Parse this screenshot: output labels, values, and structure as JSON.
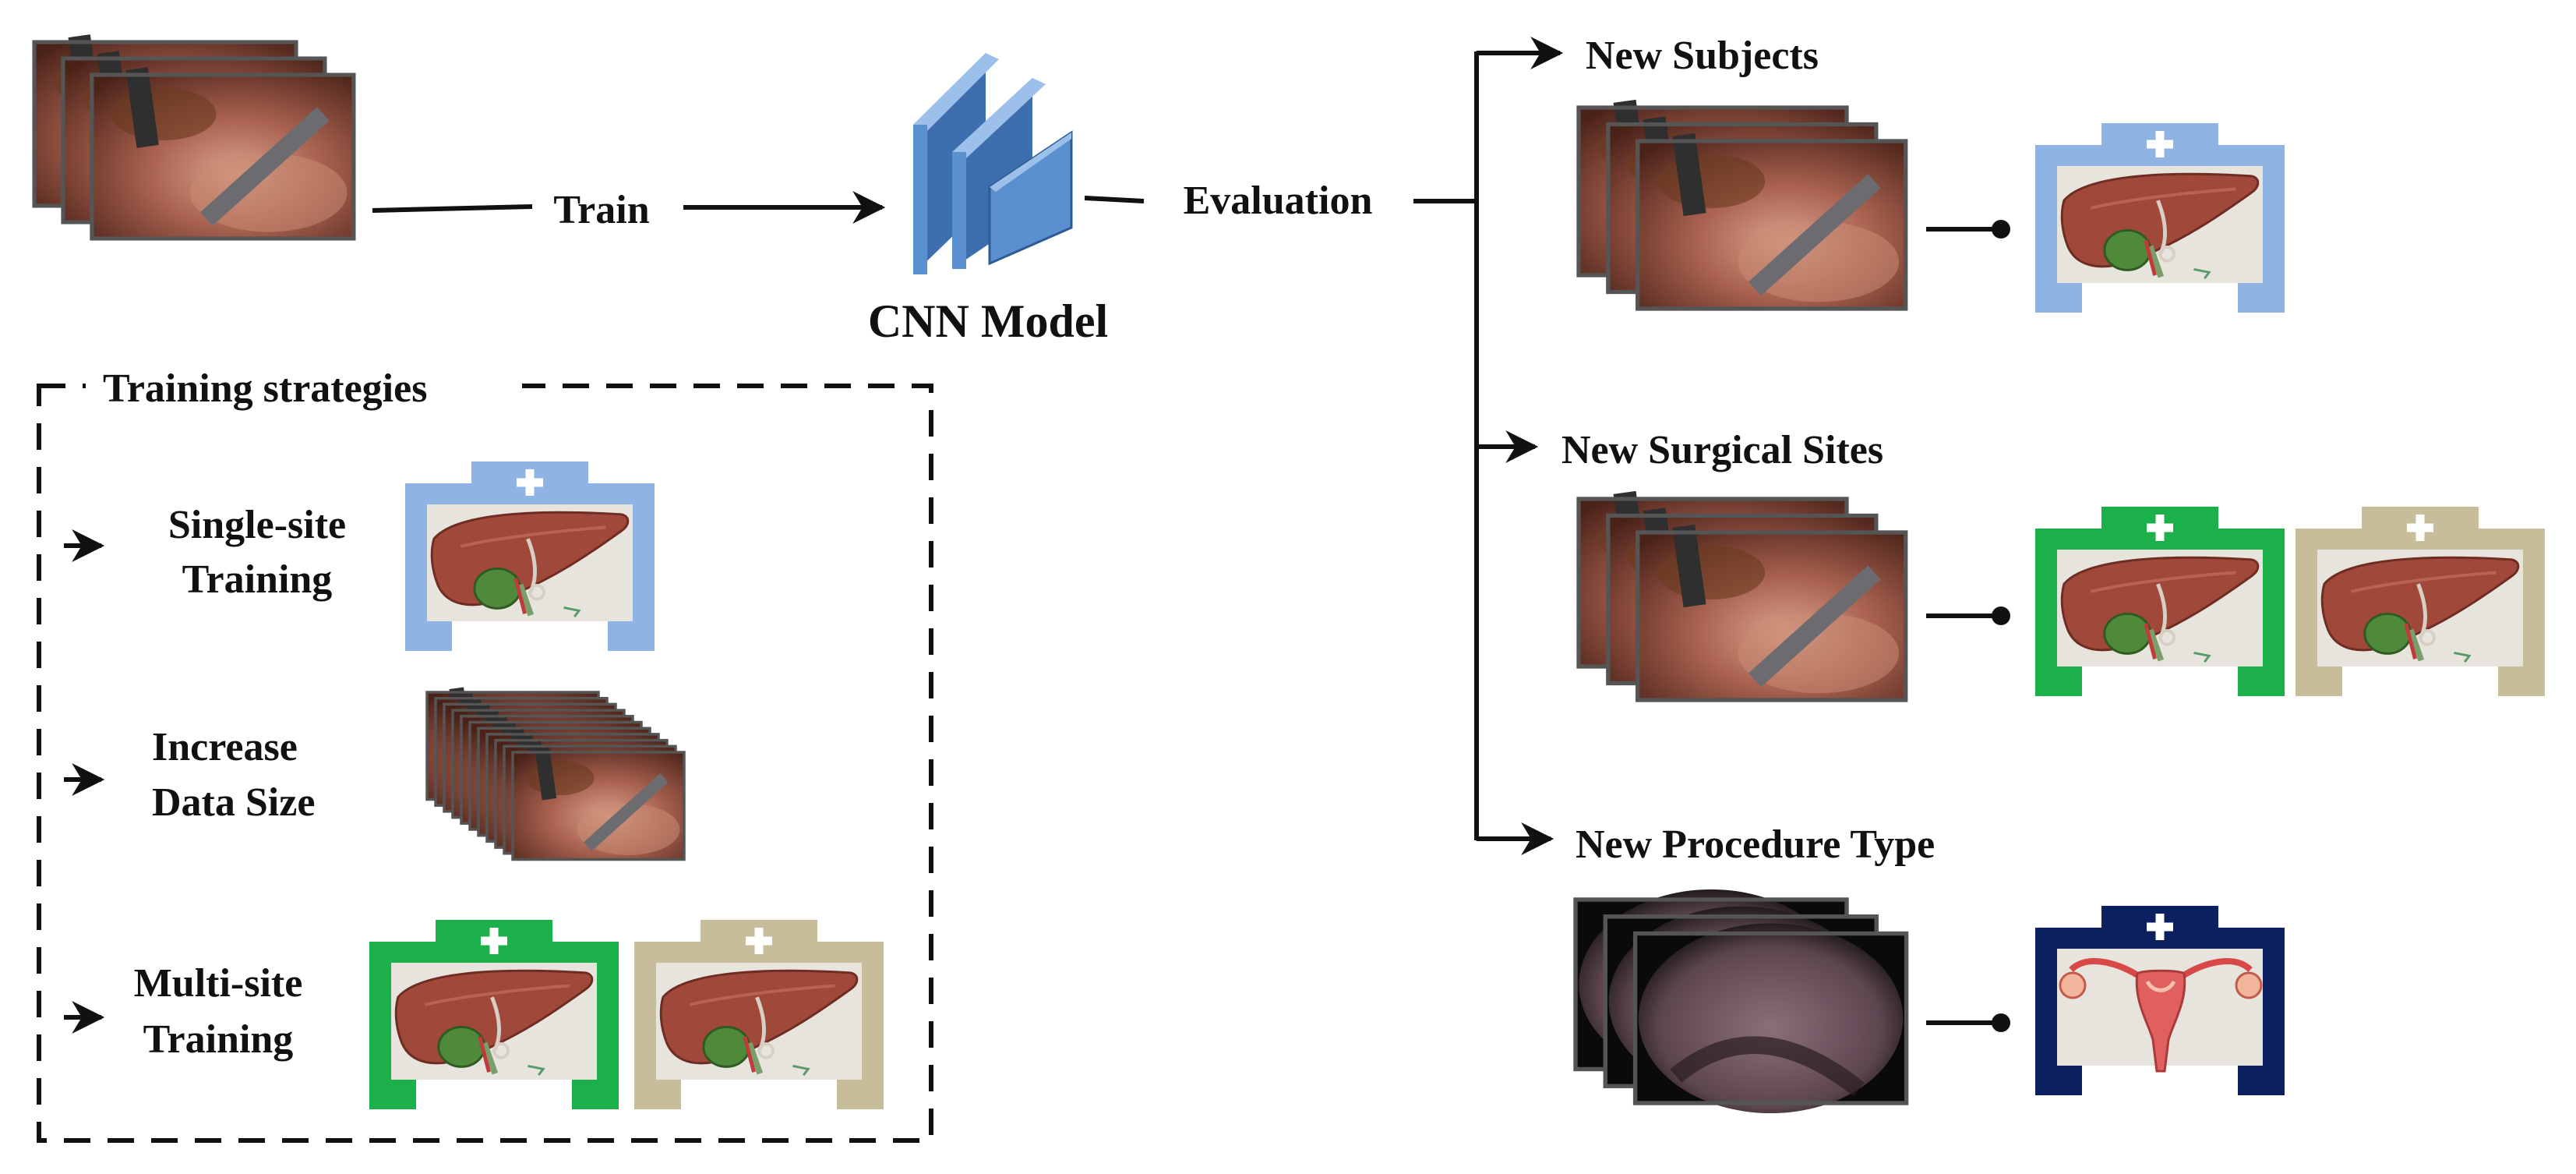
{
  "flow": {
    "train_label": "Train",
    "evaluation_label": "Evaluation",
    "model_label": "CNN Model"
  },
  "strategies": {
    "title": "Training strategies",
    "single_site": [
      "Single-site",
      "Training"
    ],
    "increase_data": [
      "Increase",
      "Data Size"
    ],
    "multi_site": [
      "Multi-site",
      "Training"
    ]
  },
  "evaluation": {
    "new_subjects": "New Subjects",
    "new_sites": "New Surgical Sites",
    "new_procedure": "New Procedure Type"
  },
  "colors": {
    "site_light_blue": "#8fb3e2",
    "site_green": "#1bb04a",
    "site_tan": "#c8bd9a",
    "site_navy": "#0c1f5e",
    "cnn_blue": "#4f86c6",
    "liver": "#a0493a",
    "gallbladder": "#4e8a3a",
    "frame_border": "#555555"
  },
  "icons": {
    "site": "hospital-icon",
    "organ": "liver-icon",
    "organ_alt": "uterus-icon",
    "frames": "surgical-frame-stack-icon",
    "model": "cnn-layer-stack-icon"
  }
}
